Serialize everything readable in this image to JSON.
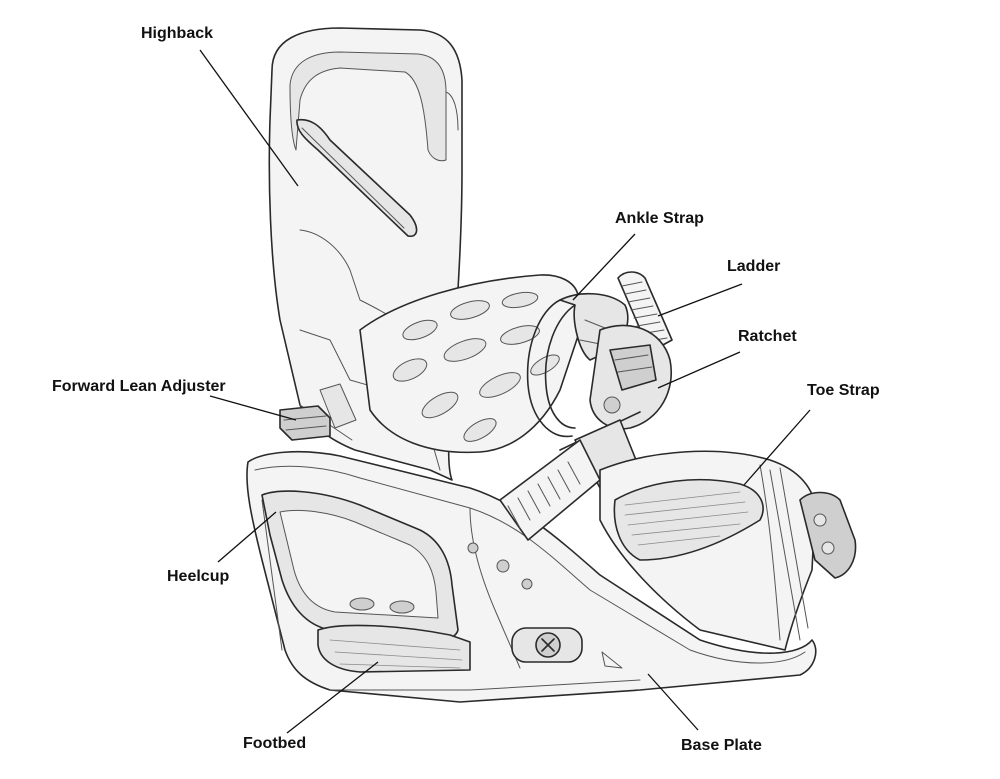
{
  "diagram": {
    "labels": [
      {
        "id": "highback",
        "text": "Highback"
      },
      {
        "id": "ankle_strap",
        "text": "Ankle Strap"
      },
      {
        "id": "ladder",
        "text": "Ladder"
      },
      {
        "id": "ratchet",
        "text": "Ratchet"
      },
      {
        "id": "toe_strap",
        "text": "Toe Strap"
      },
      {
        "id": "forward_lean_adjuster",
        "text": "Forward Lean Adjuster"
      },
      {
        "id": "heelcup",
        "text": "Heelcup"
      },
      {
        "id": "footbed",
        "text": "Footbed"
      },
      {
        "id": "base_plate",
        "text": "Base Plate"
      }
    ]
  }
}
